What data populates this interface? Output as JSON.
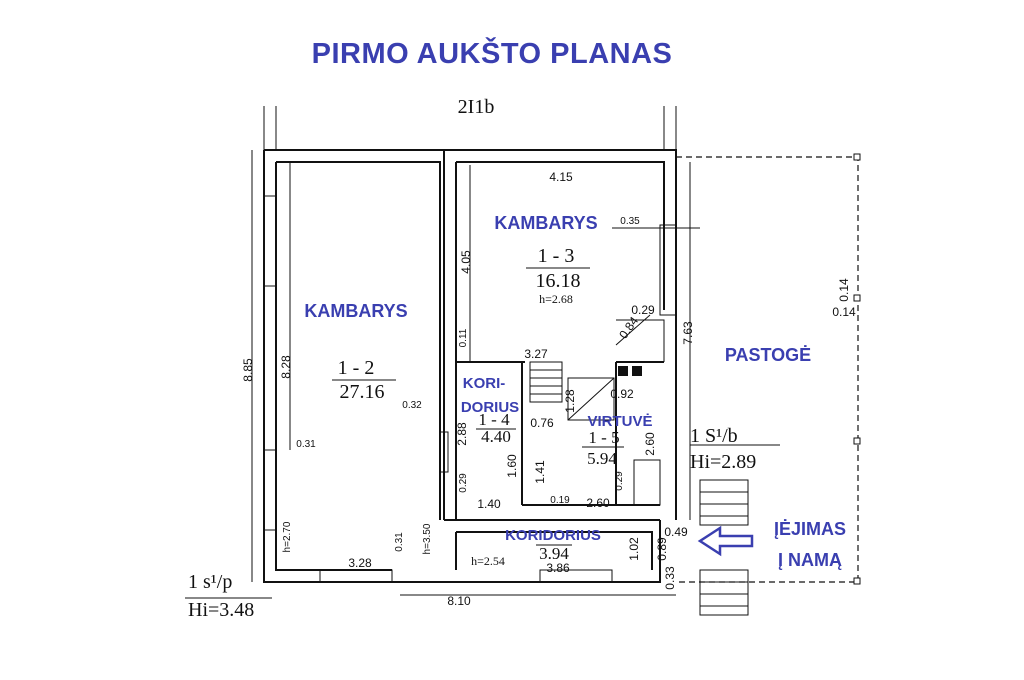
{
  "title": "PIRMO AUKŠTO PLANAS",
  "building_code": "2I1b",
  "rooms": {
    "r12": {
      "name": "KAMBARYS",
      "number": "1 - 2",
      "area": "27.16"
    },
    "r13": {
      "name": "KAMBARYS",
      "number": "1 - 3",
      "area": "16.18",
      "height": "h=2.68"
    },
    "r14": {
      "name_line1": "KORI-",
      "name_line2": "DORIUS",
      "number": "1 - 4",
      "area": "4.40"
    },
    "r15": {
      "name": "VIRTUVĖ",
      "number": "1 - 5",
      "area": "5.94"
    },
    "corridor": {
      "name": "KORIDORIUS",
      "area": "3.94",
      "height": "h=2.54"
    },
    "attic": {
      "name": "PASTOGĖ"
    }
  },
  "entrance": {
    "line1": "ĮĖJIMAS",
    "line2": "Į NAMĄ"
  },
  "legend_left": {
    "line1": "1 s¹/p",
    "line2": "Hi=3.48"
  },
  "legend_right": {
    "line1": "1 S¹/b",
    "line2": "Hi=2.89"
  },
  "dimensions": {
    "d415": "4.15",
    "d035": "0.35",
    "d405": "4.05",
    "d014a": "0.14",
    "d014b": "0.14",
    "d029a": "0.29",
    "d084": "0.84",
    "d763": "7.63",
    "d011": "0.11",
    "d327": "3.27",
    "d885": "8.85",
    "d828": "8.28",
    "d032": "0.32",
    "d031a": "0.31",
    "d128": "1.28",
    "d092": "0.92",
    "d076": "0.76",
    "d288": "2.88",
    "d260": "2.60",
    "d160": "1.60",
    "d141": "1.41",
    "d029b": "0.29",
    "d029c": "0.29",
    "d140": "1.40",
    "d019": "0.19",
    "d260b": "2.60",
    "d049": "0.49",
    "h270": "h=2.70",
    "d328": "3.28",
    "d031b": "0.31",
    "h350": "h=3.50",
    "d102": "1.02",
    "d089": "0.89",
    "d386": "3.86",
    "d033": "0.33",
    "d810": "8.10"
  }
}
